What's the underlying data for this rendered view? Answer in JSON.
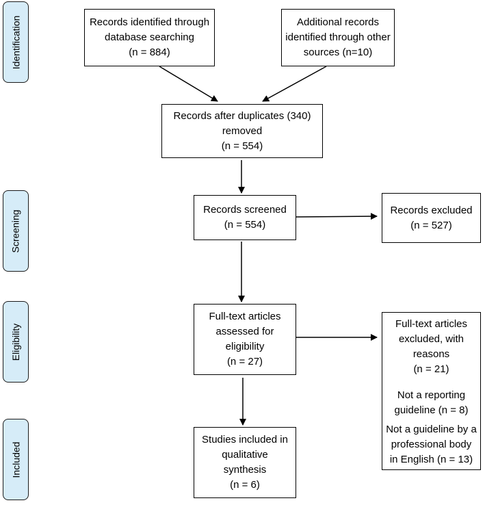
{
  "colors": {
    "stage_fill": "#d6ecf8",
    "line": "#000000"
  },
  "stages": [
    {
      "name": "identification",
      "label": "Identification"
    },
    {
      "name": "screening",
      "label": "Screening"
    },
    {
      "name": "eligibility",
      "label": "Eligibility"
    },
    {
      "name": "included",
      "label": "Included"
    }
  ],
  "boxes": {
    "database": {
      "lines": [
        "Records identified through",
        "database searching",
        "(n = 884)"
      ]
    },
    "other_sources": {
      "lines": [
        "Additional records",
        "identified through other",
        "sources (n=10)"
      ]
    },
    "duplicates": {
      "lines": [
        "Records after duplicates (340)",
        "removed",
        "(n = 554)"
      ]
    },
    "screened": {
      "lines": [
        "Records screened",
        "(n = 554)"
      ]
    },
    "excluded": {
      "lines": [
        "Records excluded",
        "(n = 527)"
      ]
    },
    "fulltext": {
      "lines": [
        "Full-text articles",
        "assessed for",
        "eligibility",
        "(n = 27)"
      ]
    },
    "fulltext_excluded": {
      "lines": [
        "Full-text articles",
        "excluded, with",
        "reasons",
        "(n =  21)"
      ],
      "reasons": [
        {
          "lines": [
            "Not a reporting",
            "guideline (n = 8)"
          ]
        },
        {
          "lines": [
            "Not a guideline by a",
            "professional body",
            "in English (n = 13)"
          ]
        }
      ]
    },
    "included": {
      "lines": [
        "Studies included in",
        "qualitative",
        "synthesis",
        "(n = 6)"
      ]
    }
  }
}
